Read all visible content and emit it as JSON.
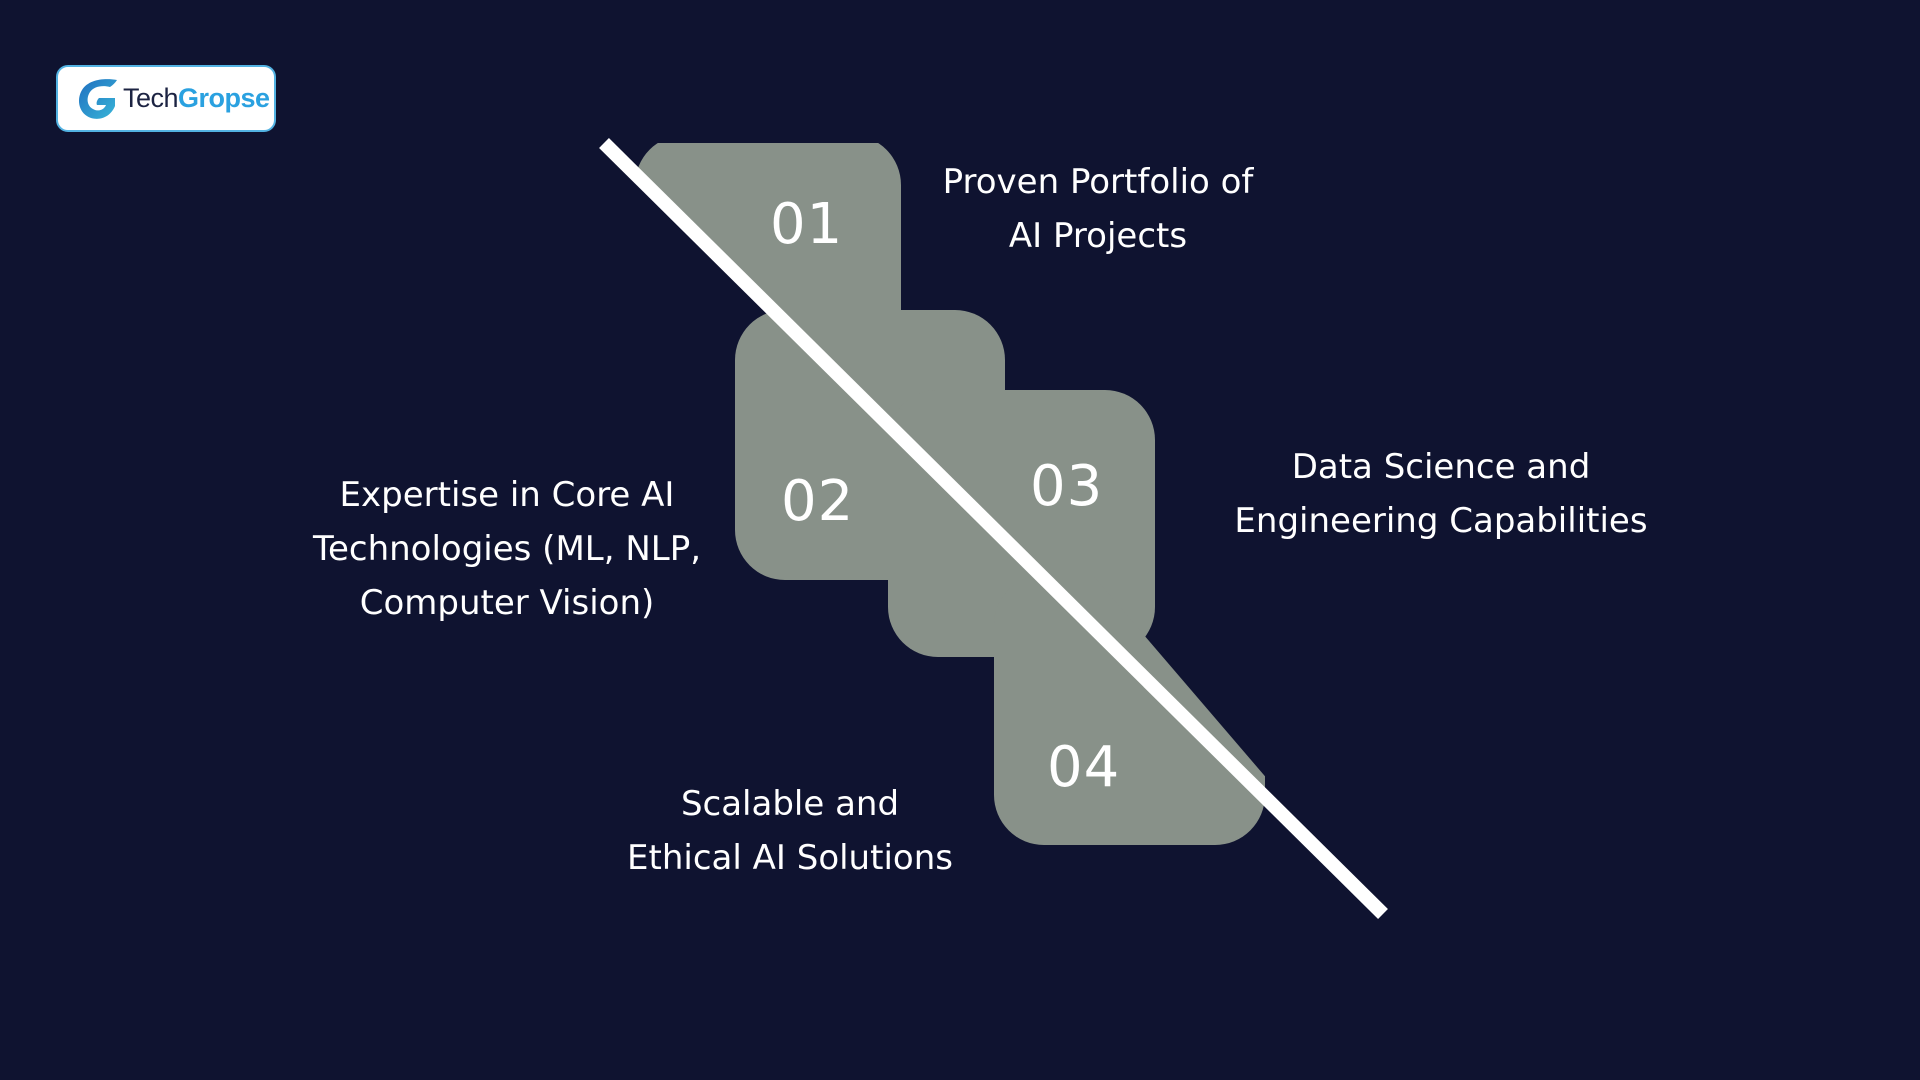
{
  "logo": {
    "text_primary": "Tech",
    "text_accent": "Gropse",
    "icon": "g-logo-icon",
    "accent_color": "#2aa1e0",
    "border_color": "#52b2e2"
  },
  "colors": {
    "background": "#0f1330",
    "box": "#889189",
    "divider": "#ffffff",
    "text": "#ffffff"
  },
  "steps": [
    {
      "number": "01",
      "lines": [
        "Proven Portfolio of",
        "AI Projects"
      ]
    },
    {
      "number": "02",
      "lines": [
        "Expertise in Core AI",
        "Technologies (ML, NLP,",
        "Computer Vision)"
      ]
    },
    {
      "number": "03",
      "lines": [
        "Data Science and",
        "Engineering Capabilities"
      ]
    },
    {
      "number": "04",
      "lines": [
        "Scalable and",
        "Ethical AI Solutions"
      ]
    }
  ]
}
